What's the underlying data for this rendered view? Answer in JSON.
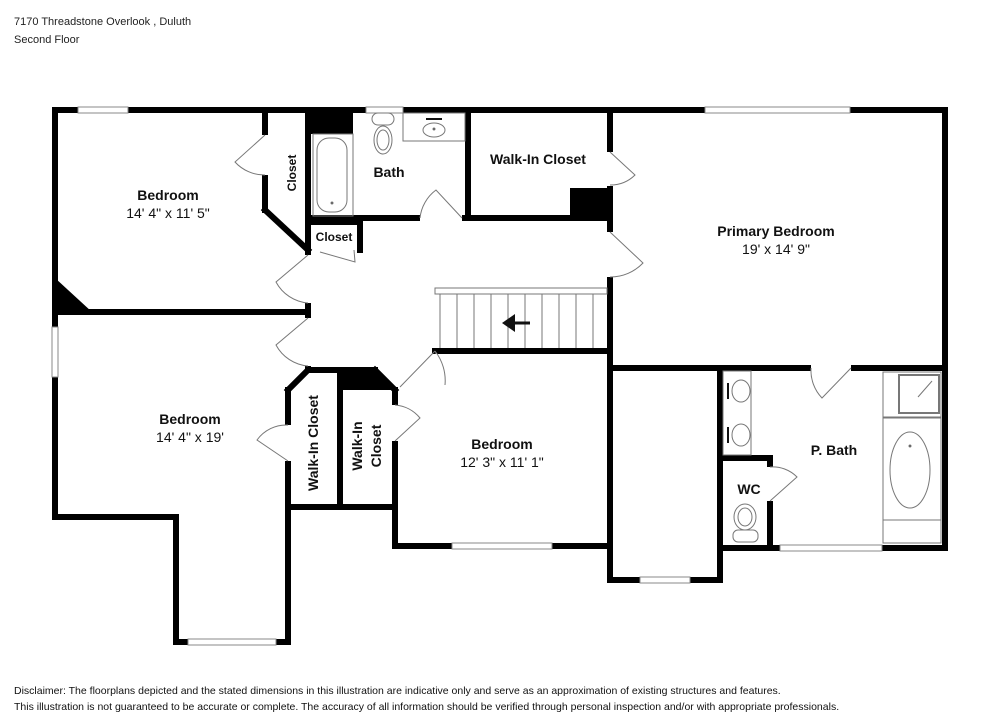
{
  "header": {
    "address": "7170 Threadstone Overlook , Duluth",
    "floor": "Second Floor"
  },
  "rooms": [
    {
      "name": "Bedroom",
      "dimensions": "14' 4\" x 11' 5\""
    },
    {
      "name": "Closet"
    },
    {
      "name": "Bath"
    },
    {
      "name": "Walk-In Closet"
    },
    {
      "name": "Primary Bedroom",
      "dimensions": "19' x 14' 9\""
    },
    {
      "name": "Closet"
    },
    {
      "name": "Bedroom",
      "dimensions": "14' 4\" x 19'"
    },
    {
      "name": "Walk-In Closet"
    },
    {
      "name": "Walk-In",
      "name_line2": "Closet"
    },
    {
      "name": "Bedroom",
      "dimensions": "12' 3\" x 11' 1\""
    },
    {
      "name": "P. Bath"
    },
    {
      "name": "WC"
    }
  ],
  "stairs": {
    "direction": "left",
    "icon": "arrow-left-icon"
  },
  "colors": {
    "wall": "#000000",
    "fixture": "#555555",
    "window": "#ffffff"
  },
  "disclaimer": {
    "line1": "Disclaimer: The floorplans depicted and the stated dimensions in this illustration are indicative only and serve as an approximation of existing structures and features.",
    "line2": "This illustration is not guaranteed to be accurate or complete. The accuracy of all information should be verified through personal inspection and/or with appropriate professionals."
  }
}
